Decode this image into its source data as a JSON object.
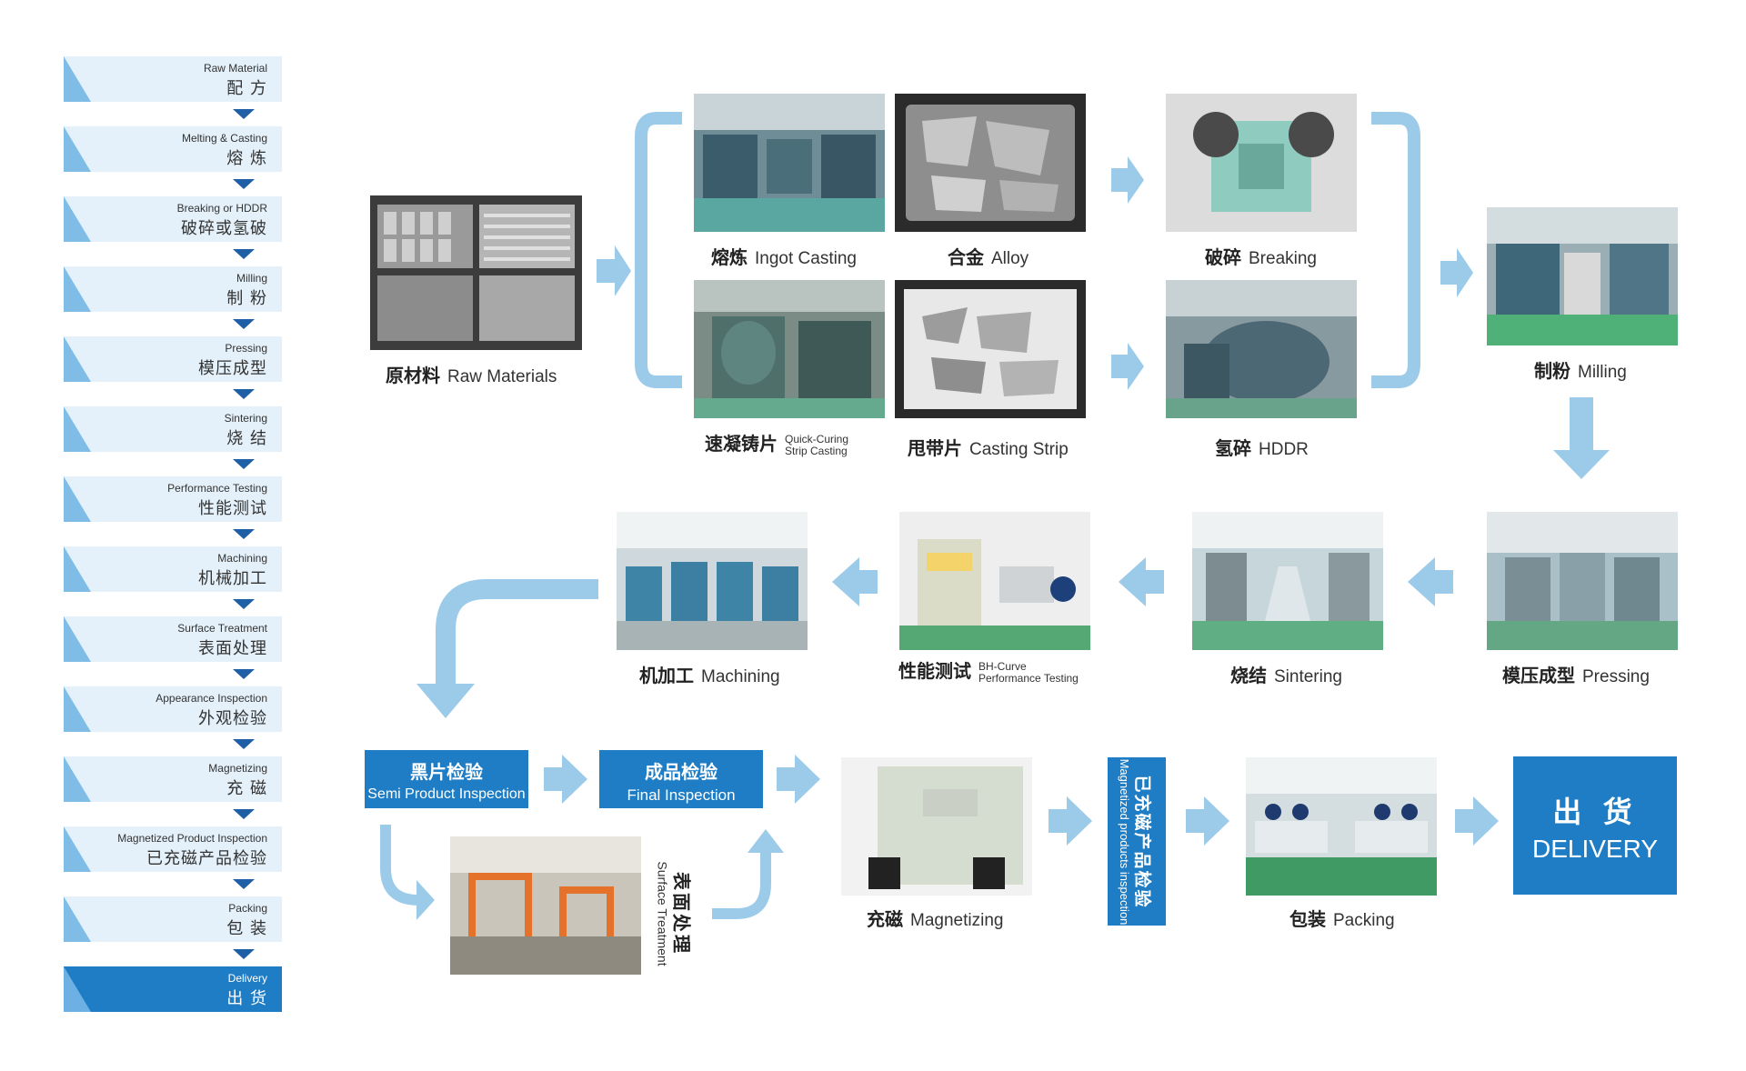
{
  "colors": {
    "accent": "#1e7dc4",
    "arrow": "#9ccbea",
    "stepbg": "#e4f1fa",
    "dark_arrow": "#1f5fa5"
  },
  "steps": [
    {
      "en": "Raw Material",
      "cn": "配 方"
    },
    {
      "en": "Melting & Casting",
      "cn": "熔 炼"
    },
    {
      "en": "Breaking or HDDR",
      "cn": "破碎或氢破"
    },
    {
      "en": "Milling",
      "cn": "制 粉"
    },
    {
      "en": "Pressing",
      "cn": "模压成型"
    },
    {
      "en": "Sintering",
      "cn": "烧 结"
    },
    {
      "en": "Performance Testing",
      "cn": "性能测试"
    },
    {
      "en": "Machining",
      "cn": "机械加工"
    },
    {
      "en": "Surface Treatment",
      "cn": "表面处理"
    },
    {
      "en": "Appearance Inspection",
      "cn": "外观检验"
    },
    {
      "en": "Magnetizing",
      "cn": "充 磁"
    },
    {
      "en": "Magnetized Product Inspection",
      "cn": "已充磁产品检验"
    },
    {
      "en": "Packing",
      "cn": "包 装"
    },
    {
      "en": "Delivery",
      "cn": "出 货"
    }
  ],
  "nodes": {
    "raw": {
      "cn": "原材料",
      "en": "Raw Materials"
    },
    "ingot": {
      "cn": "熔炼",
      "en": "Ingot Casting"
    },
    "alloy": {
      "cn": "合金",
      "en": "Alloy"
    },
    "breaking": {
      "cn": "破碎",
      "en": "Breaking"
    },
    "quick": {
      "cn": "速凝铸片",
      "en1": "Quick-Curing",
      "en2": "Strip Casting"
    },
    "strip": {
      "cn": "甩带片",
      "en": "Casting Strip"
    },
    "hddr": {
      "cn": "氢碎",
      "en": "HDDR"
    },
    "milling": {
      "cn": "制粉",
      "en": "Milling"
    },
    "pressing": {
      "cn": "模压成型",
      "en": "Pressing"
    },
    "sintering": {
      "cn": "烧结",
      "en": "Sintering"
    },
    "testing": {
      "cn": "性能测试",
      "en1": "BH-Curve",
      "en2": "Performance Testing"
    },
    "machining": {
      "cn": "机加工",
      "en": "Machining"
    },
    "semi": {
      "cn": "黑片检验",
      "en": "Semi Product Inspection"
    },
    "final": {
      "cn": "成品检验",
      "en": "Final Inspection"
    },
    "surface": {
      "cn": "表面处理",
      "en": "Surface Treatment"
    },
    "magnetizing": {
      "cn": "充磁",
      "en": "Magnetizing"
    },
    "magnetized": {
      "cn": "已充磁产品检验",
      "en": "Magnetized products inspection"
    },
    "packing": {
      "cn": "包装",
      "en": "Packing"
    },
    "delivery": {
      "cn": "出 货",
      "en": "DELIVERY"
    }
  }
}
